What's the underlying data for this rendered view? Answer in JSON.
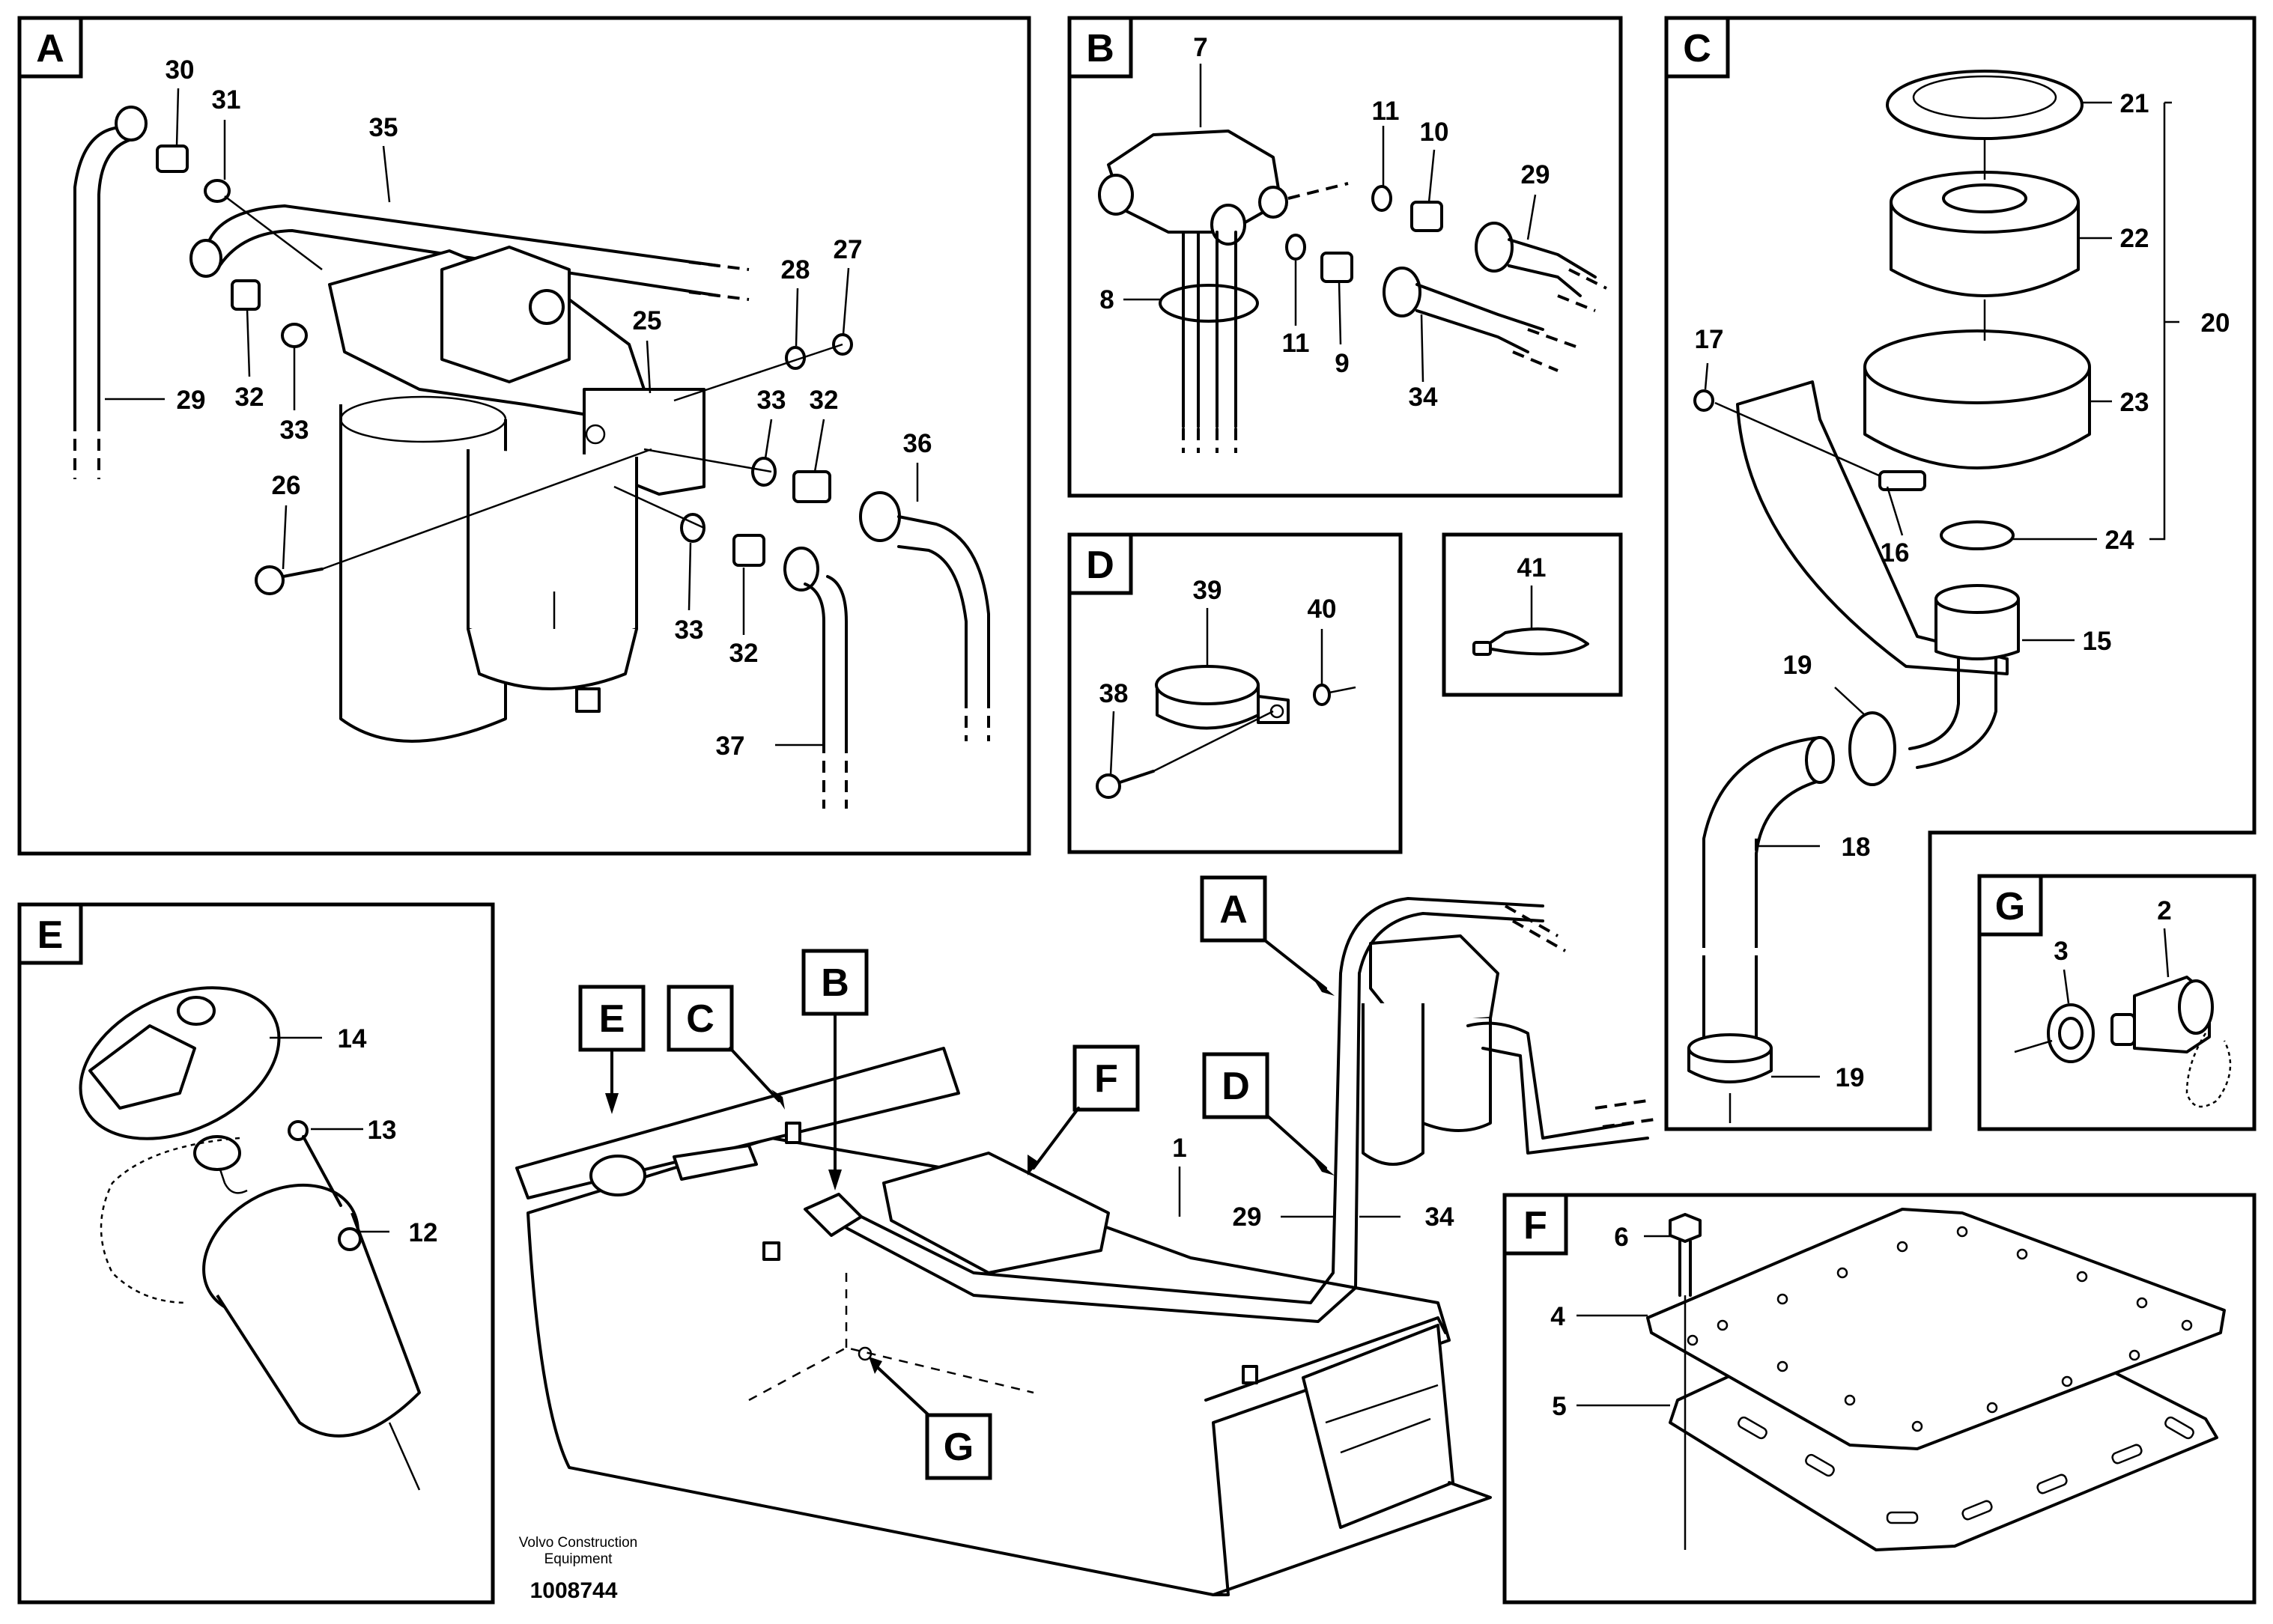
{
  "panels": {
    "A": {
      "letter": "A",
      "callouts": [
        "30",
        "31",
        "35",
        "28",
        "27",
        "25",
        "29",
        "32",
        "33",
        "33",
        "32",
        "36",
        "26",
        "33",
        "32",
        "37"
      ]
    },
    "B": {
      "letter": "B",
      "callouts": [
        "7",
        "11",
        "10",
        "29",
        "8",
        "11",
        "9",
        "34"
      ]
    },
    "C": {
      "letter": "C",
      "callouts": [
        "21",
        "22",
        "20",
        "17",
        "23",
        "16",
        "24",
        "15",
        "19",
        "18",
        "19"
      ]
    },
    "D": {
      "letter": "D",
      "callouts": [
        "39",
        "40",
        "38"
      ]
    },
    "clip": {
      "callouts": [
        "41"
      ]
    },
    "E": {
      "letter": "E",
      "callouts": [
        "14",
        "13",
        "12"
      ]
    },
    "F": {
      "letter": "F",
      "callouts": [
        "6",
        "4",
        "5"
      ]
    },
    "G": {
      "letter": "G",
      "callouts": [
        "2",
        "3"
      ]
    }
  },
  "overview": {
    "markers": [
      "E",
      "C",
      "B",
      "F",
      "A",
      "D",
      "G"
    ],
    "callouts": [
      "1",
      "29",
      "34"
    ]
  },
  "footer": {
    "company_line1": "Volvo Construction",
    "company_line2": "Equipment",
    "doc_number": "1008744"
  }
}
